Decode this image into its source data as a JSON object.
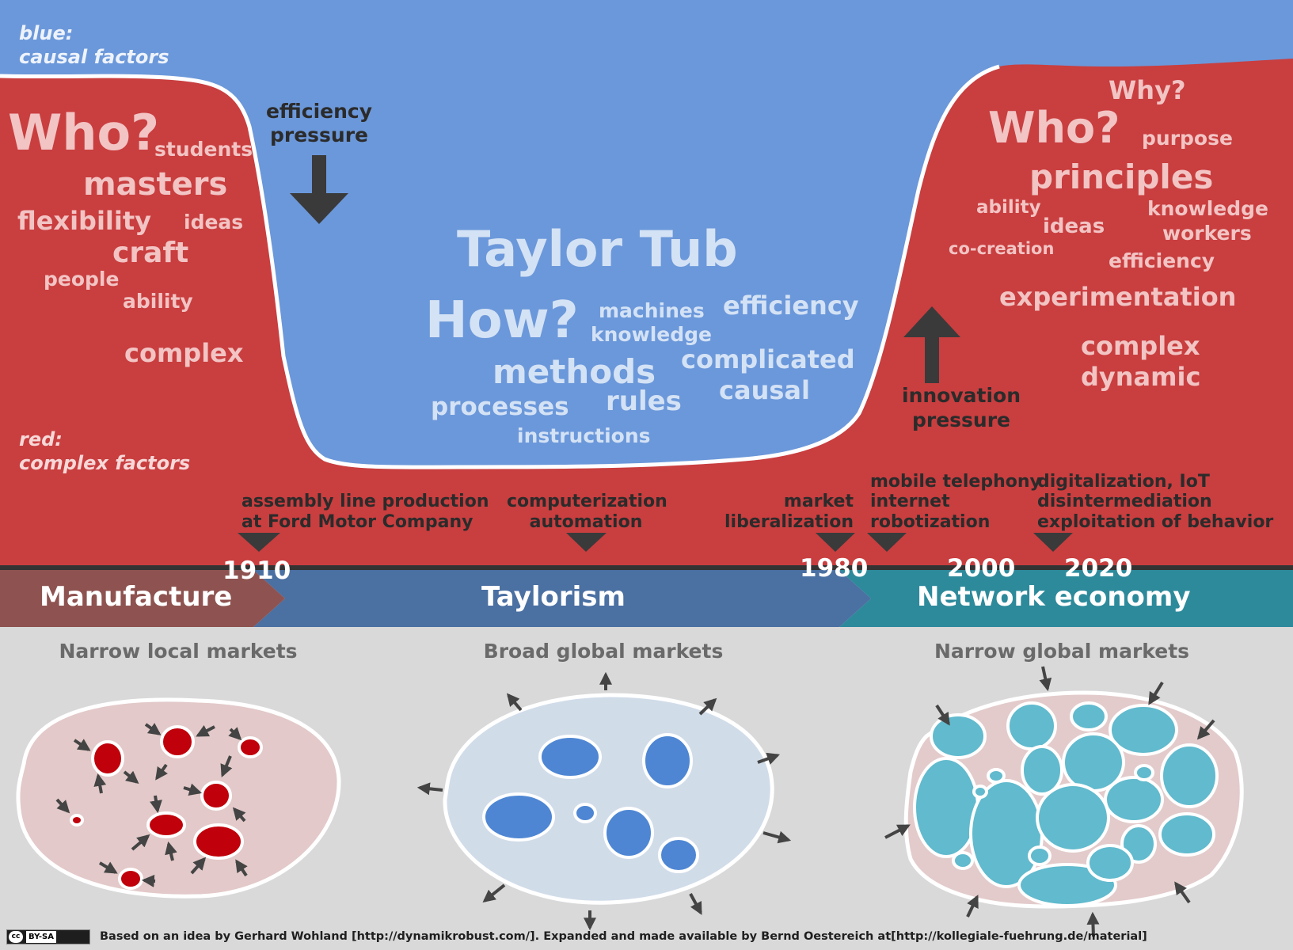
{
  "legend": {
    "blue_line1": "blue:",
    "blue_line2": "causal factors",
    "red_line1": "red:",
    "red_line2": "complex factors"
  },
  "left_zone": {
    "who": "Who?",
    "words": [
      "students",
      "masters",
      "flexibility",
      "ideas",
      "craft",
      "people",
      "ability",
      "complex"
    ]
  },
  "tub": {
    "title": "Taylor Tub",
    "how": "How?",
    "words": [
      "machines",
      "knowledge",
      "efficiency",
      "methods",
      "complicated",
      "causal",
      "processes",
      "rules",
      "instructions"
    ]
  },
  "right_zone": {
    "why": "Why?",
    "who": "Who?",
    "words": [
      "purpose",
      "principles",
      "ability",
      "ideas",
      "knowledge",
      "workers",
      "co-creation",
      "efficiency",
      "experimentation",
      "complex",
      "dynamic"
    ]
  },
  "pressures": {
    "efficiency_line1": "efficiency",
    "efficiency_line2": "pressure",
    "innovation_line1": "innovation",
    "innovation_line2": "pressure"
  },
  "events": {
    "ford_line1": "assembly line production",
    "ford_line2": "at Ford Motor Company",
    "computer_line1": "computerization",
    "computer_line2": "automation",
    "market_line1": "market",
    "market_line2": "liberalization",
    "mobile_line1": "mobile telephony",
    "mobile_line2": "internet",
    "mobile_line3": "robotization",
    "digital_line1": "digitalization, IoT",
    "digital_line2": "disintermediation",
    "digital_line3": "exploitation of behavior"
  },
  "years": [
    "1910",
    "1980",
    "2000",
    "2020"
  ],
  "eras": [
    "Manufacture",
    "Taylorism",
    "Network economy"
  ],
  "markets": [
    "Narrow local markets",
    "Broad global markets",
    "Narrow global markets"
  ],
  "footer": {
    "license_badge": "BY-SA",
    "credit": "Based on an idea by Gerhard Wohland [http://dynamikrobust.com/]. Expanded and made available by Bernd Oestereich at[http://kollegiale-fuehrung.de/material]"
  },
  "colors": {
    "sky_blue": "#6b98da",
    "complex_red": "#c93e3f",
    "manufacture_band": "#8e5350",
    "taylorism_band": "#4b70a2",
    "network_band": "#2d8a9b",
    "bottom_gray": "#d9d9d9",
    "local_market_fill": "#e3c9c9",
    "local_market_cell": "#c0000a",
    "broad_market_fill": "#d1dce9",
    "broad_market_cell": "#4e86d3",
    "network_market_fill": "#e3cbcb",
    "network_market_cell": "#61bacd"
  }
}
